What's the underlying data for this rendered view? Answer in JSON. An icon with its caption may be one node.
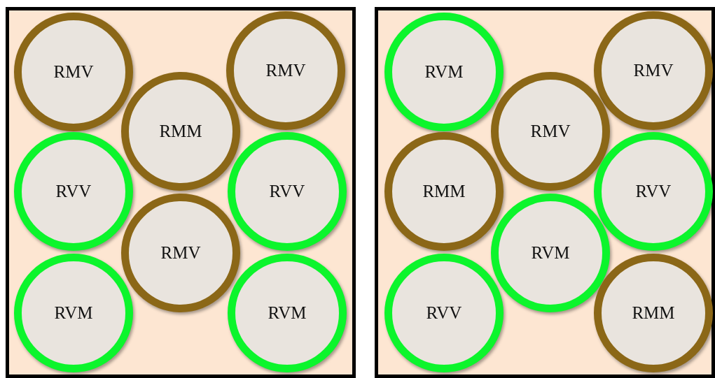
{
  "diagram": {
    "nodes": [
      {
        "text": [],
        "shape": "box"
      },
      {
        "text": [
          "RMV"
        ],
        "in": 0
      },
      {
        "text": [
          "RMV"
        ],
        "in": 0
      },
      {
        "text": [
          "RMM"
        ],
        "in": 0
      },
      {
        "text": [
          "RVV"
        ],
        "in": 0
      },
      {
        "text": [
          "RVV"
        ],
        "in": 0
      },
      {
        "text": [
          "RMV"
        ],
        "in": 0
      },
      {
        "text": [
          "RVM"
        ],
        "in": 0
      },
      {
        "text": [
          "RVM"
        ],
        "in": 0
      },
      {
        "text": [],
        "shape": "box"
      },
      {
        "text": [
          "RVM"
        ],
        "in": 9
      },
      {
        "text": [
          "RMV"
        ],
        "in": 9
      },
      {
        "text": [
          "RMV"
        ],
        "in": 9
      },
      {
        "text": [
          "RMM"
        ],
        "in": 9
      },
      {
        "text": [
          "RVV"
        ],
        "in": 9
      },
      {
        "text": [
          "RVM"
        ],
        "in": 9
      },
      {
        "text": [
          "RVV"
        ],
        "in": 9
      },
      {
        "text": [
          "RMM"
        ],
        "in": 9
      }
    ]
  }
}
